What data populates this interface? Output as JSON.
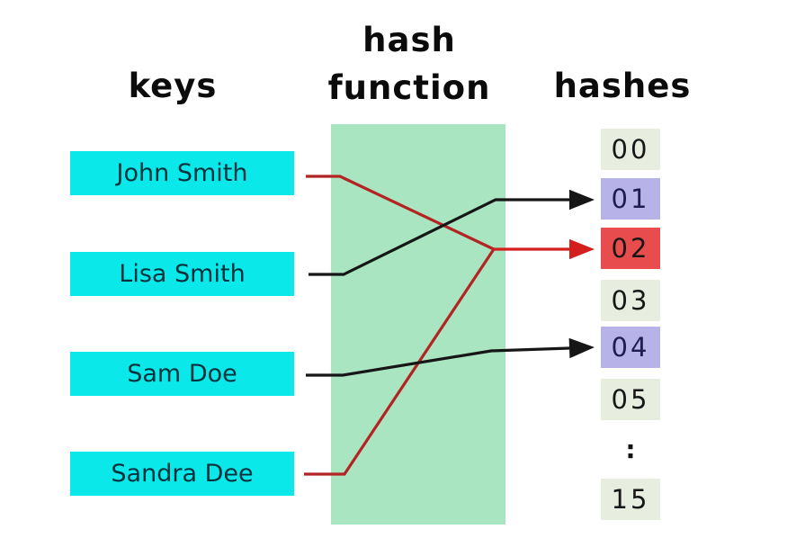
{
  "headers": {
    "keys": "keys",
    "hash_function_line1": "hash",
    "hash_function_line2": "function",
    "hashes": "hashes"
  },
  "keys": [
    {
      "label": "John Smith"
    },
    {
      "label": "Lisa Smith"
    },
    {
      "label": "Sam Doe"
    },
    {
      "label": "Sandra Dee"
    }
  ],
  "hashes": [
    {
      "label": "00",
      "state": "empty"
    },
    {
      "label": "01",
      "state": "mapped"
    },
    {
      "label": "02",
      "state": "collision"
    },
    {
      "label": "03",
      "state": "empty"
    },
    {
      "label": "04",
      "state": "mapped"
    },
    {
      "label": "05",
      "state": "empty"
    },
    {
      "label": ":",
      "state": "ellipsis"
    },
    {
      "label": "15",
      "state": "empty"
    }
  ],
  "mappings": [
    {
      "from": "John Smith",
      "to": "02",
      "color": "red"
    },
    {
      "from": "Lisa Smith",
      "to": "01",
      "color": "black"
    },
    {
      "from": "Sam Doe",
      "to": "04",
      "color": "black"
    },
    {
      "from": "Sandra Dee",
      "to": "02",
      "color": "red"
    }
  ],
  "colors": {
    "key_box": "#0be8e9",
    "function_box": "#a9e5c0",
    "hash_empty": "#e7eedf",
    "hash_mapped": "#b7b3e8",
    "hash_collision": "#e84c4c",
    "hash_mapped_text": "#1d1d52",
    "line_black": "#161616",
    "line_red": "#b32424",
    "arrow_red": "#d41f1f"
  }
}
